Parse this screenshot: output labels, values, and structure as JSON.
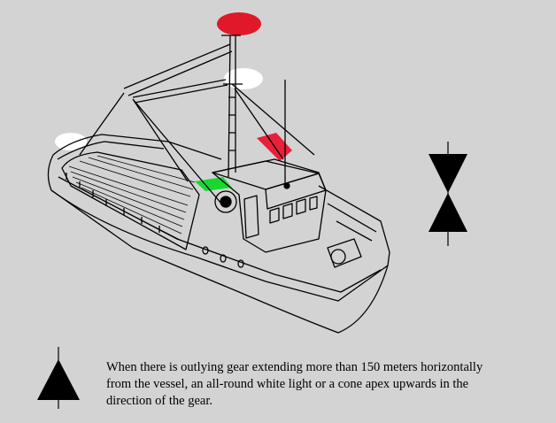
{
  "caption": {
    "line1": "When there is outlying gear extending more than 150 meters horizontally",
    "line2": "from the vessel, an all-round white light or a cone apex upwards in the",
    "line3": "direction of the gear."
  },
  "colors": {
    "background": "#d3d3d3",
    "masthead_red": "#e0182a",
    "sidelight_red": "#e8203a",
    "sidelight_green": "#18d830",
    "white_light": "#ffffff",
    "shape_black": "#000000"
  },
  "icons": {
    "day_shape_two_cones": "two-cones-apex-together-icon",
    "outlying_gear_cone": "cone-apex-up-icon",
    "vessel": "fishing-trawler-drawing"
  }
}
